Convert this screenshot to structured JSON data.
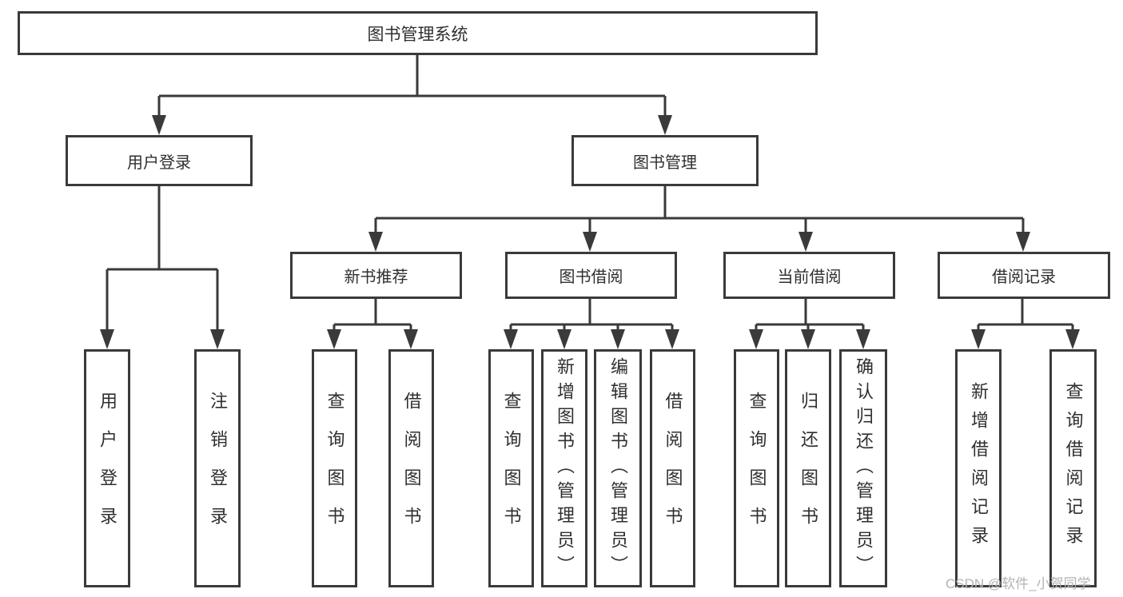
{
  "diagram": {
    "root": {
      "label": "图书管理系统"
    },
    "level2": [
      {
        "label": "用户登录"
      },
      {
        "label": "图书管理"
      }
    ],
    "level3": [
      {
        "label": "新书推荐"
      },
      {
        "label": "图书借阅"
      },
      {
        "label": "当前借阅"
      },
      {
        "label": "借阅记录"
      }
    ],
    "leaves": {
      "login": [
        "用户登录",
        "注销登录"
      ],
      "newbook": [
        "查询图书",
        "借阅图书"
      ],
      "borrow": [
        "查询图书",
        "新增图书（管理员）",
        "编辑图书（管理员）",
        "借阅图书"
      ],
      "current": [
        "查询图书",
        "归还图书",
        "确认归还（管理员）"
      ],
      "records": [
        "新增借阅记录",
        "查询借阅记录"
      ]
    },
    "colors": {
      "line": "#3a3a3a",
      "box_background": "#ffffff",
      "text": "#2f2f2f",
      "watermark": "#b3b3b3"
    }
  },
  "watermark": {
    "text": "CSDN @软件_小贺同学"
  }
}
